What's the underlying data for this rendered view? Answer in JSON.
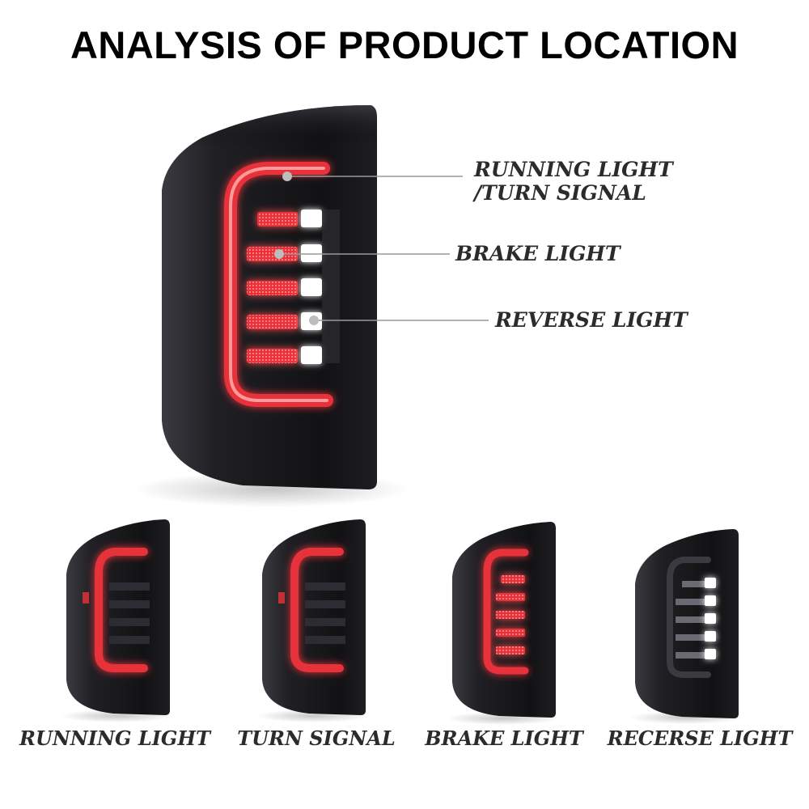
{
  "header": {
    "title": "ANALYSIS OF PRODUCT LOCATION"
  },
  "callouts": {
    "running_turn_line1": "RUNNING LIGHT",
    "running_turn_line2": "/TURN SIGNAL",
    "brake": "BRAKE LIGHT",
    "reverse": "REVERSE LIGHT"
  },
  "variants": [
    {
      "caption": "RUNNING LIGHT"
    },
    {
      "caption": "TURN SIGNAL"
    },
    {
      "caption": "BRAKE LIGHT"
    },
    {
      "caption": "RECERSE LIGHT"
    }
  ],
  "colors": {
    "lamp_red": "#e8323a",
    "lamp_white": "#ffffff",
    "housing": "#1a1a1e",
    "leader_line": "#9a9a9a",
    "text": "#2b2b2b"
  }
}
